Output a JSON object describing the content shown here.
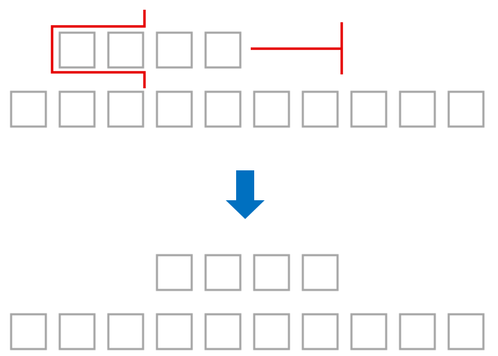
{
  "colors": {
    "box_stroke": "#a6a6a6",
    "box_fill": "#ffffff",
    "annotation": "#e60000",
    "arrow": "#0070c0",
    "background": "#ffffff"
  },
  "before": {
    "upper_row_boxes": 4,
    "lower_row_boxes": 10,
    "upper_row_offset_boxes": 1,
    "annotations": [
      "selection-bracket",
      "shift-indicator"
    ]
  },
  "transition": {
    "icon": "arrow-down-icon"
  },
  "after": {
    "upper_row_boxes": 4,
    "lower_row_boxes": 10,
    "upper_row_offset_boxes": 3
  }
}
